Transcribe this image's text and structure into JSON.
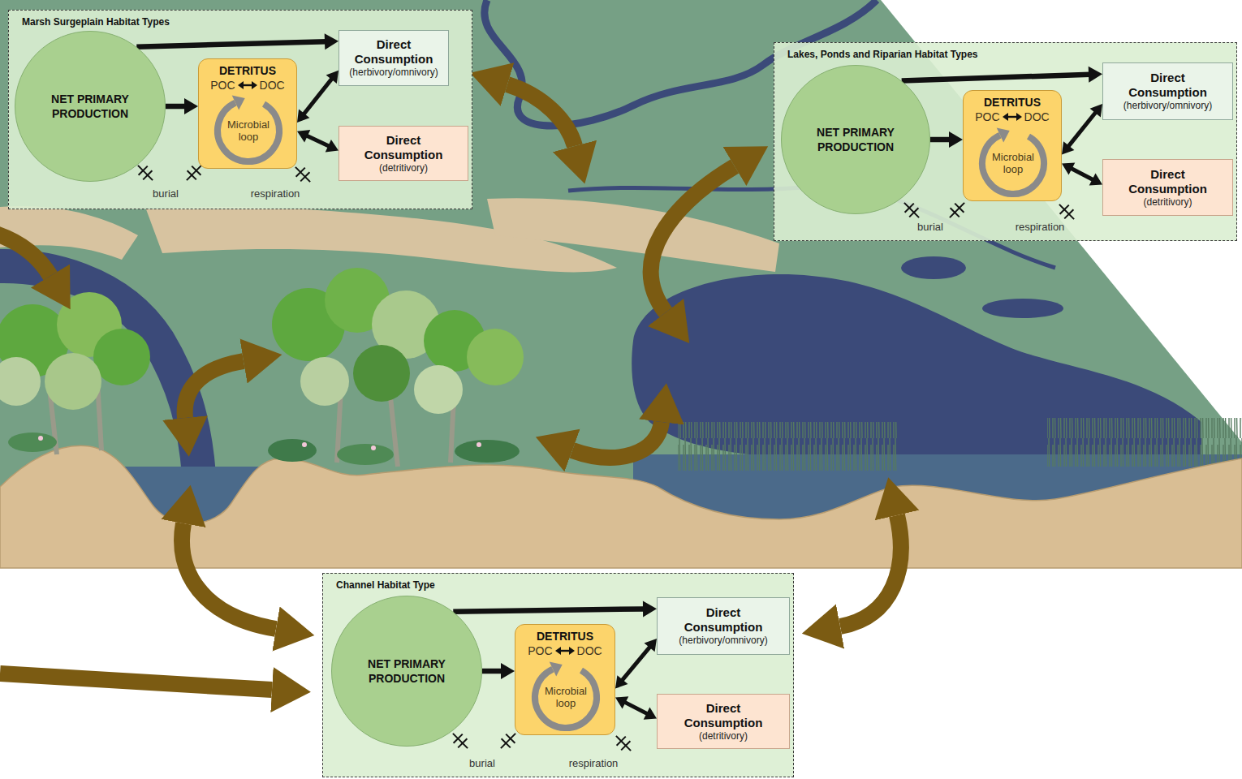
{
  "diagram": {
    "nodes": [
      {
        "text": [
          "Marsh Surgeplain Habitat Types"
        ]
      },
      {
        "text": [
          "NET PRIMARY PRODUCTION"
        ],
        "in": 0
      },
      {
        "text": [
          "DETRITUS",
          "POC",
          "DOC",
          "Microbial loop"
        ],
        "in": 0
      },
      {
        "text": [
          "Direct Consumption",
          "(herbivory/omnivory)"
        ],
        "in": 0
      },
      {
        "text": [
          "Direct Consumption",
          "(detritivory)"
        ],
        "in": 0
      },
      {
        "text": [
          "Lakes, Ponds and Riparian Habitat Types"
        ]
      },
      {
        "text": [
          "NET PRIMARY PRODUCTION"
        ],
        "in": 5
      },
      {
        "text": [
          "DETRITUS",
          "POC",
          "DOC",
          "Microbial loop"
        ],
        "in": 5
      },
      {
        "text": [
          "Direct Consumption",
          "(herbivory/omnivory)"
        ],
        "in": 5
      },
      {
        "text": [
          "Direct Consumption",
          "(detritivory)"
        ],
        "in": 5
      },
      {
        "text": [
          "Channel Habitat Type"
        ]
      },
      {
        "text": [
          "NET PRIMARY PRODUCTION"
        ],
        "in": 10
      },
      {
        "text": [
          "DETRITUS",
          "POC",
          "DOC",
          "Microbial loop"
        ],
        "in": 10
      },
      {
        "text": [
          "Direct Consumption",
          "(herbivory/omnivory)"
        ],
        "in": 10
      },
      {
        "text": [
          "Direct Consumption",
          "(detritivory)"
        ],
        "in": 10
      }
    ],
    "edges": [
      {
        "from": 1,
        "to": 3,
        "arrow": "to"
      },
      {
        "from": 1,
        "to": 2,
        "arrow": "to"
      },
      {
        "from": 2,
        "to": 3,
        "arrow": "both"
      },
      {
        "from": 2,
        "to": 4,
        "arrow": "both"
      },
      {
        "from": 6,
        "to": 8,
        "arrow": "to"
      },
      {
        "from": 6,
        "to": 7,
        "arrow": "to"
      },
      {
        "from": 7,
        "to": 8,
        "arrow": "both"
      },
      {
        "from": 7,
        "to": 9,
        "arrow": "both"
      },
      {
        "from": 11,
        "to": 13,
        "arrow": "to"
      },
      {
        "from": 11,
        "to": 12,
        "arrow": "to"
      },
      {
        "from": 12,
        "to": 13,
        "arrow": "both"
      },
      {
        "from": 12,
        "to": 14,
        "arrow": "both"
      }
    ],
    "labels": [
      "burial",
      "respiration",
      "burial",
      "respiration",
      "burial",
      "respiration"
    ]
  }
}
